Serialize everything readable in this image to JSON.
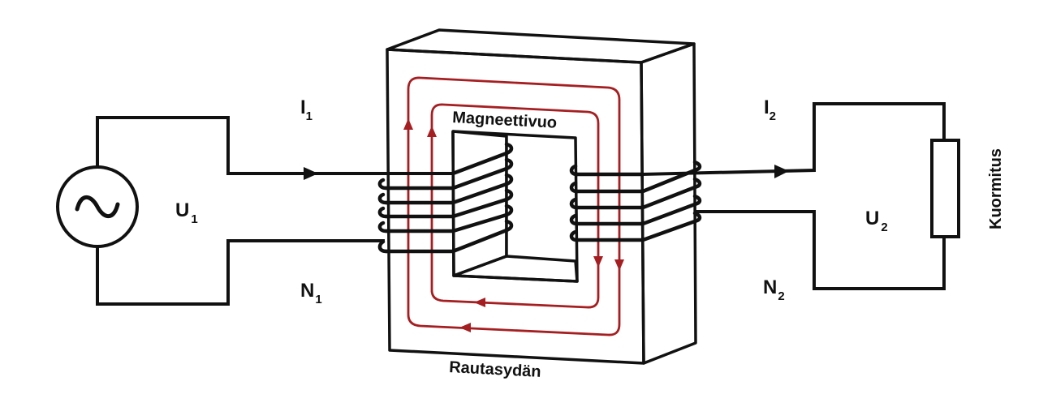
{
  "diagram": {
    "type": "transformer-schematic",
    "colors": {
      "wire": "#111111",
      "core_front": "#ebebeb",
      "core_side": "#eeeeee",
      "core_top": "#e4e4e4",
      "window_floor": "#dcdcdc",
      "flux": "#a51f22"
    },
    "primary": {
      "current_symbol": "I",
      "current_index": "1",
      "voltage_symbol": "U",
      "voltage_index": "1",
      "turns_symbol": "N",
      "turns_index": "1",
      "source_icon": "ac-source-icon",
      "turn_count": 6
    },
    "secondary": {
      "current_symbol": "I",
      "current_index": "2",
      "voltage_symbol": "U",
      "voltage_index": "2",
      "turns_symbol": "N",
      "turns_index": "2",
      "load_label": "Kuormitus",
      "load_icon": "resistor-icon",
      "turn_count": 5
    },
    "core": {
      "flux_label": "Magneettivuo",
      "core_label": "Rautasydän"
    }
  }
}
